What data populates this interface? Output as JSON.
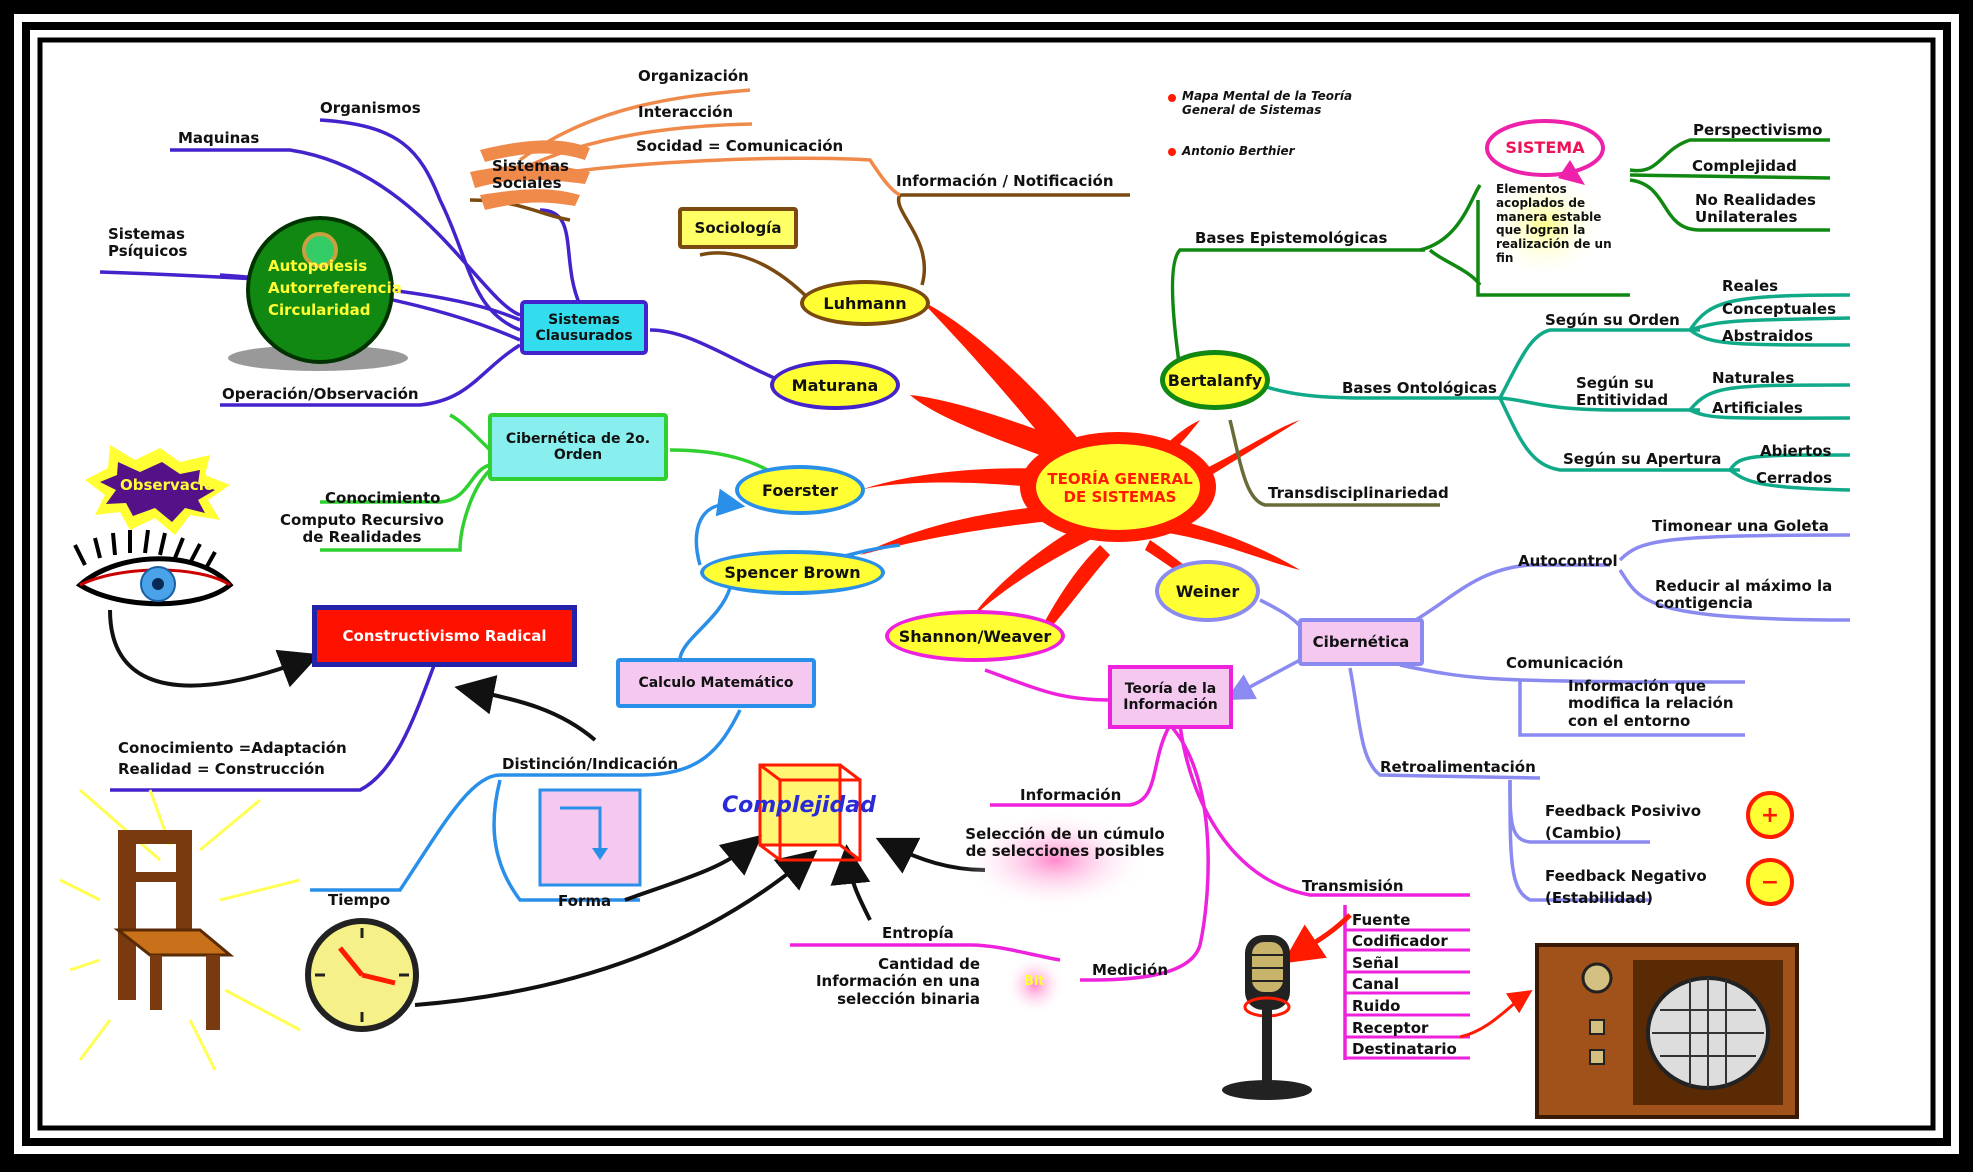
{
  "center": "TEORÍA GENERAL DE SISTEMAS",
  "credits": {
    "title": "Mapa Mental de la Teoría General de Sistemas",
    "author": "Antonio Berthier"
  },
  "nodes": {
    "luhmann": "Luhmann",
    "maturana": "Maturana",
    "foerster": "Foerster",
    "spencer": "Spencer Brown",
    "shannon": "Shannon/Weaver",
    "bertalanfy": "Bertalanfy",
    "weiner": "Weiner",
    "sociologia": "Sociología",
    "sistemas_clausurados": "Sistemas Clausurados",
    "cibernetica2": "Cibernética de 2o. Orden",
    "calculo": "Calculo Matemático",
    "constructivismo": "Constructivismo Radical",
    "teoria_info": "Teoría de la Información",
    "cibernetica": "Cibernética",
    "sistema": "SISTEMA",
    "sistemas_sociales": "Sistemas Sociales",
    "complejidad": "Complejidad",
    "observacion": "Observación",
    "bit": "Bit"
  },
  "autopoiesis": [
    "Autopoiesis",
    "Autorreferencia",
    "Circularidad"
  ],
  "leaves": {
    "organizacion": "Organización",
    "interaccion": "Interacción",
    "sociedad": "Socidad = Comunicación",
    "info_notif": "Información / Notificación",
    "organismos": "Organismos",
    "maquinas": "Maquinas",
    "sistemas_psiquicos": "Sistemas Psíquicos",
    "operacion": "Operación/Observación",
    "conocimiento": "Conocimiento",
    "computo": "Computo Recursivo de Realidades",
    "conocimiento_adapt": "Conocimiento =Adaptación",
    "realidad": "Realidad = Construcción",
    "distincion": "Distinción/Indicación",
    "tiempo": "Tiempo",
    "forma": "Forma",
    "informacion": "Información",
    "seleccion": "Selección de un cúmulo de selecciones posibles",
    "entropia": "Entropía",
    "cantidad": "Cantidad de Información en una selección binaria",
    "medicion": "Medición",
    "transmision": "Transmisión",
    "bases_epist": "Bases Epistemológicas",
    "elementos": "Elementos acoplados de manera estable que logran la realización de un fin",
    "perspectivismo": "Perspectivismo",
    "complejidad2": "Complejidad",
    "no_realidades": "No Realidades Unilaterales",
    "bases_onto": "Bases Ontológicas",
    "segun_orden": "Según su Orden",
    "reales": "Reales",
    "conceptuales": "Conceptuales",
    "abstraidos": "Abstraidos",
    "segun_entitividad": "Según su Entitividad",
    "naturales": "Naturales",
    "artificiales": "Artificiales",
    "segun_apertura": "Según su Apertura",
    "abiertos": "Abiertos",
    "cerrados": "Cerrados",
    "transdisciplinariedad": "Transdisciplinariedad",
    "autocontrol": "Autocontrol",
    "timonear": "Timonear una Goleta",
    "reducir": "Reducir al máximo la contigencia",
    "comunicacion": "Comunicación",
    "info_modifica": "Información que modifica la relación con el entorno",
    "retroalimentacion": "Retroalimentación",
    "feedback_pos": "Feedback Posivivo",
    "cambio": "(Cambio)",
    "feedback_neg": "Feedback Negativo",
    "estabilidad": "(Estabilidad)"
  },
  "transmision_items": [
    "Fuente",
    "Codificador",
    "Señal",
    "Canal",
    "Ruido",
    "Receptor",
    "Destinatario"
  ],
  "signs": {
    "plus": "+",
    "minus": "−"
  },
  "colors": {
    "red": "#ff1a00",
    "purple": "#4422cc",
    "green": "#2fd02f",
    "blue": "#2a8fe8",
    "magenta": "#ee22dd",
    "darkgreen": "#118811",
    "teal": "#11aa88",
    "periwinkle": "#8a8af0",
    "orange": "#f08a4b",
    "brown": "#7a4a10",
    "olive": "#6b6b3a",
    "yellow": "#ffff33"
  }
}
